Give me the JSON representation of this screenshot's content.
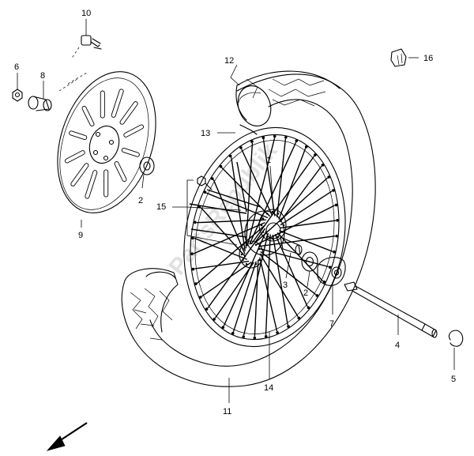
{
  "labels": {
    "p1": "1",
    "p2a": "2",
    "p2b": "2",
    "p3": "3",
    "p4": "4",
    "p5": "5",
    "p6": "6",
    "p7": "7",
    "p8": "8",
    "p9": "9",
    "p10": "10",
    "p11": "11",
    "p12": "12",
    "p13": "13",
    "p14": "14",
    "p15": "15",
    "p16": "16"
  },
  "watermark": "PartsRepublik"
}
